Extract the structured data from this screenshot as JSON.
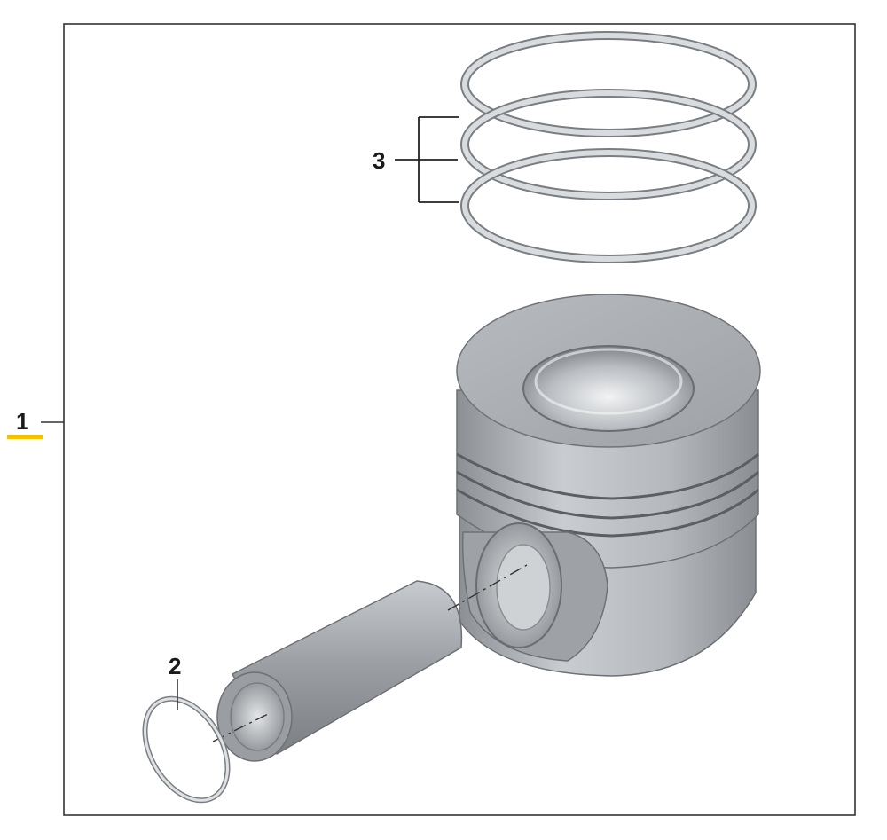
{
  "callouts": {
    "piston_assembly": "1",
    "snap_ring": "2",
    "piston_rings": "3"
  },
  "colors": {
    "frame": "#333333",
    "metal_light": "#d4d7da",
    "metal_mid": "#a9adb1",
    "metal_dark": "#6f7377",
    "highlight": "#f2c300"
  },
  "icons": [
    "piston-icon",
    "wrist-pin-icon",
    "snap-ring-icon",
    "piston-ring-icon"
  ]
}
